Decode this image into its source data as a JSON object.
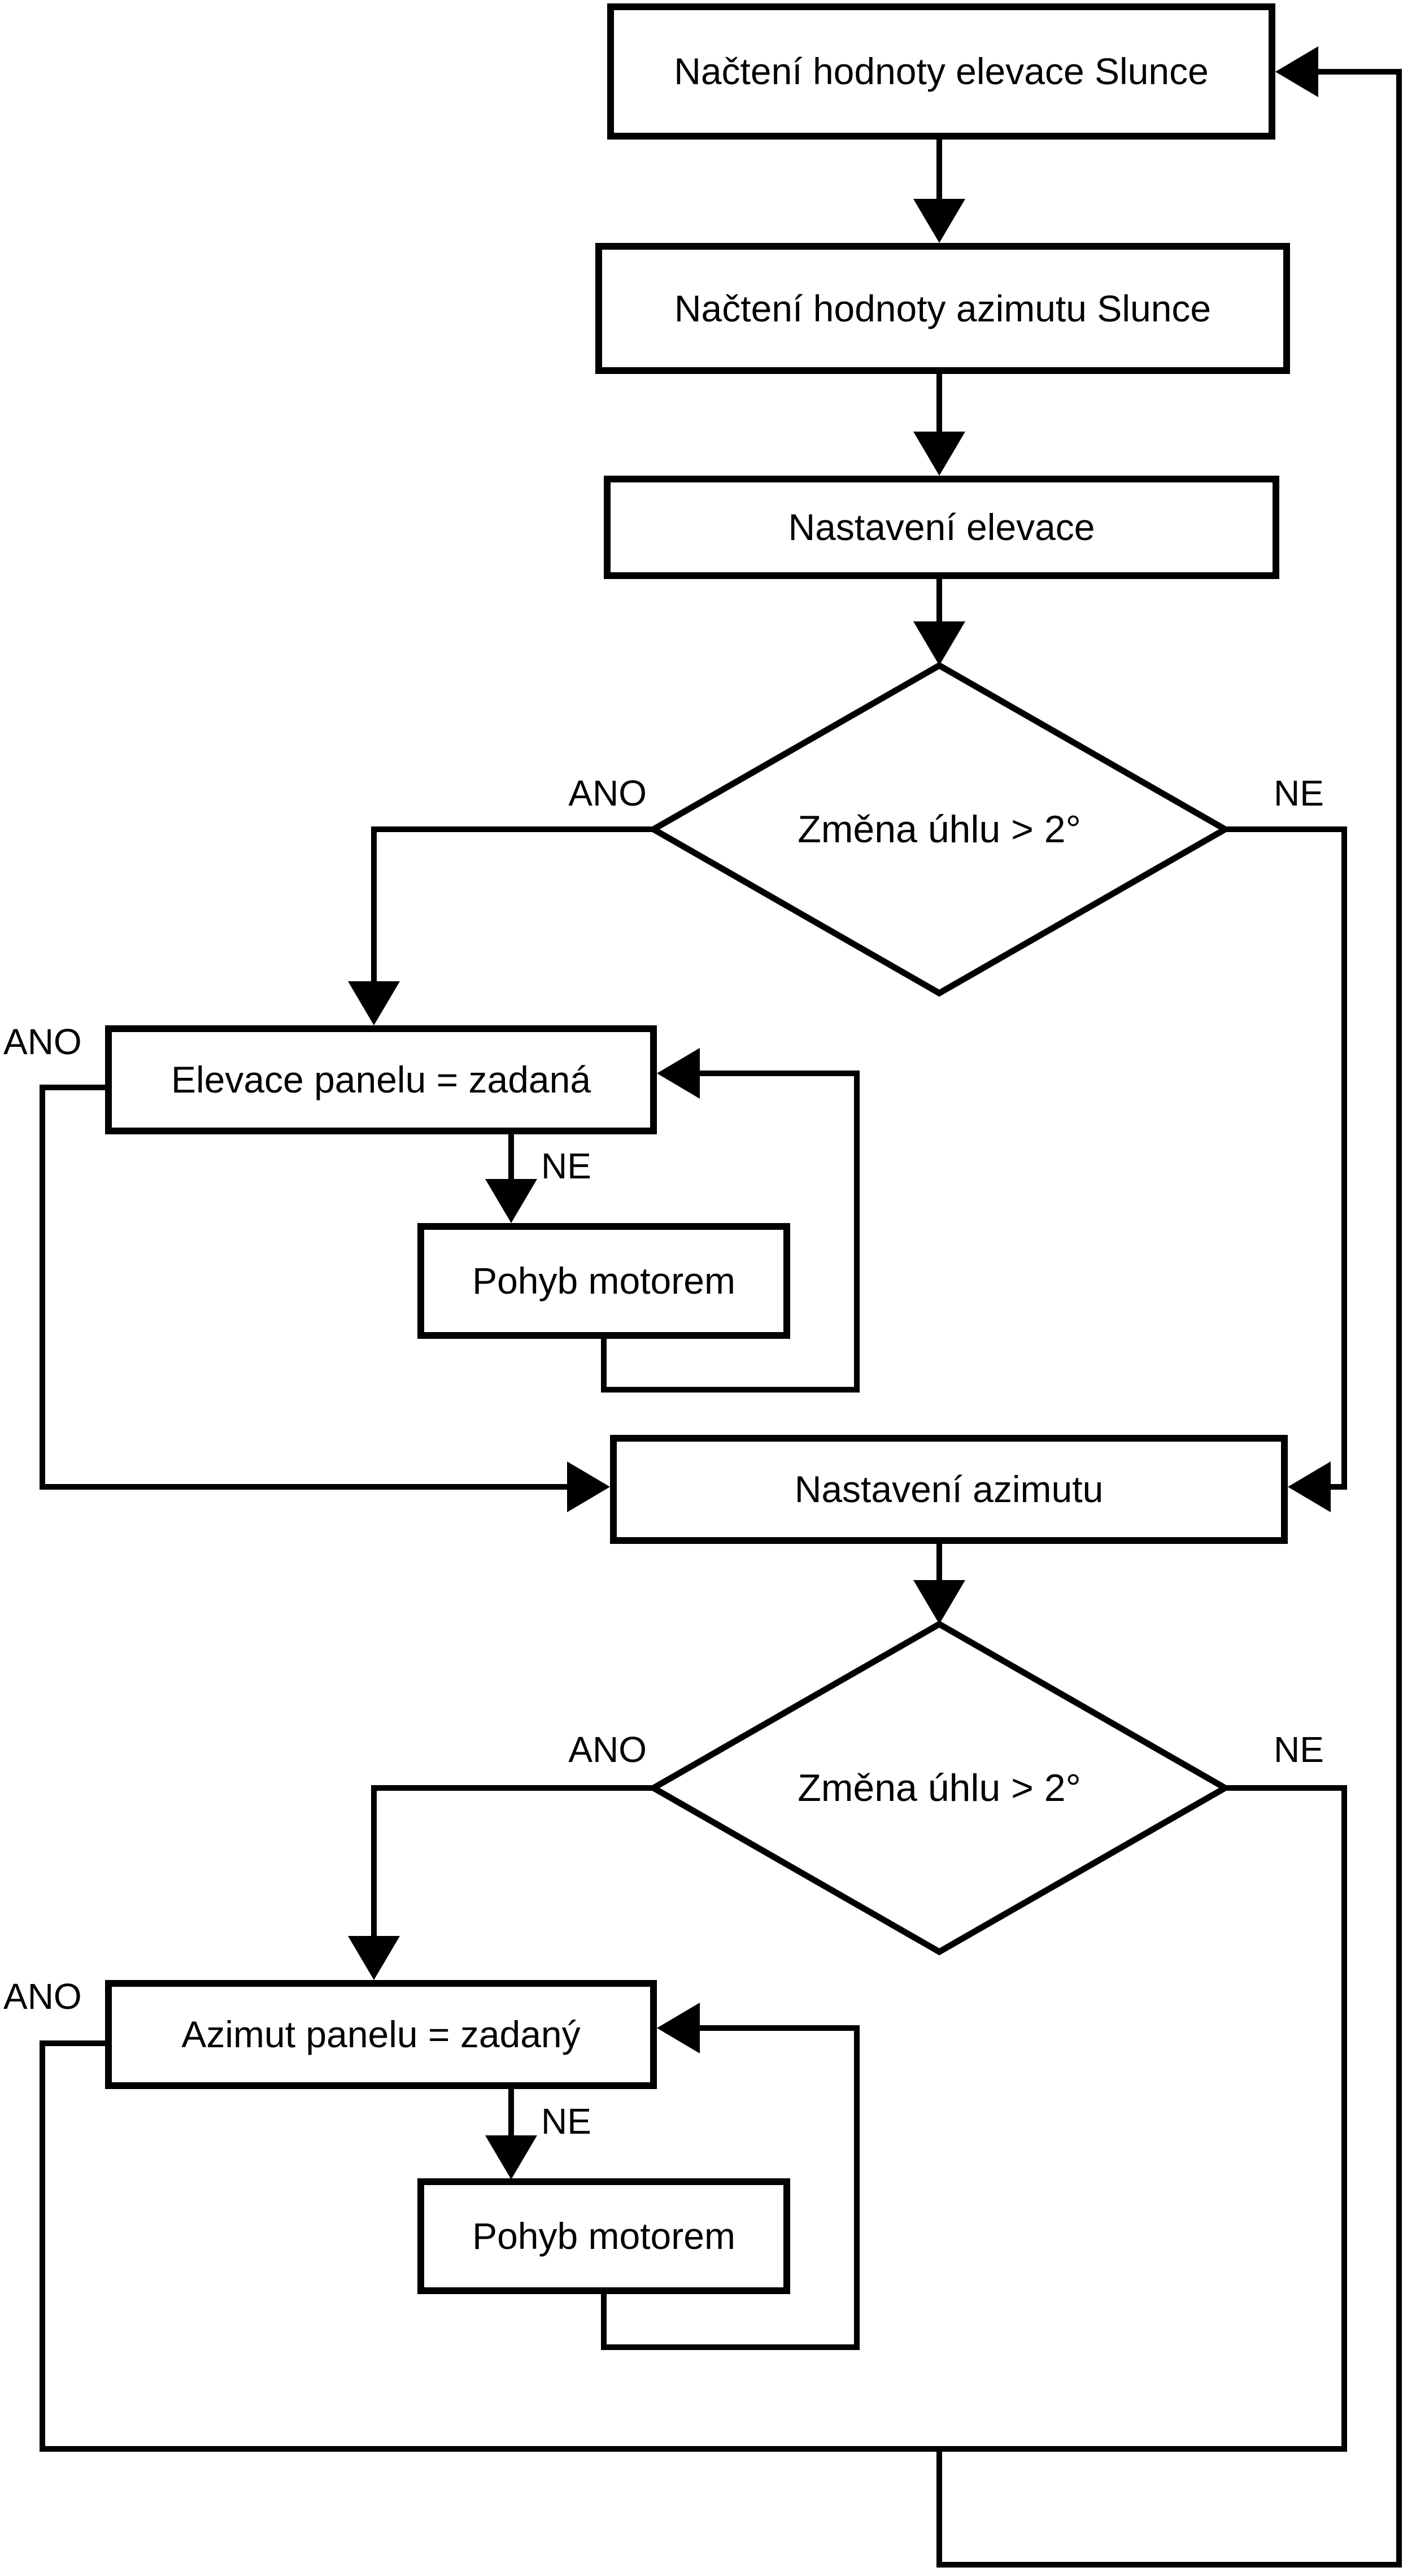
{
  "flowchart": {
    "boxes": {
      "load_elevation": "Načtení hodnoty elevace Slunce",
      "load_azimuth": "Načtení hodnoty azimutu Slunce",
      "set_elevation": "Nastavení elevace",
      "elevation_decision": "Změna úhlu > 2°",
      "elevation_reached": "Elevace panelu = zadaná",
      "elevation_motor": "Pohyb motorem",
      "set_azimuth": "Nastavení azimutu",
      "azimuth_decision": "Změna úhlu > 2°",
      "azimuth_reached": "Azimut panelu = zadaný",
      "azimuth_motor": "Pohyb motorem"
    },
    "branch_labels": {
      "yes": "ANO",
      "no": "NE"
    },
    "colors": {
      "stroke": "#000000",
      "fill": "#ffffff"
    }
  }
}
